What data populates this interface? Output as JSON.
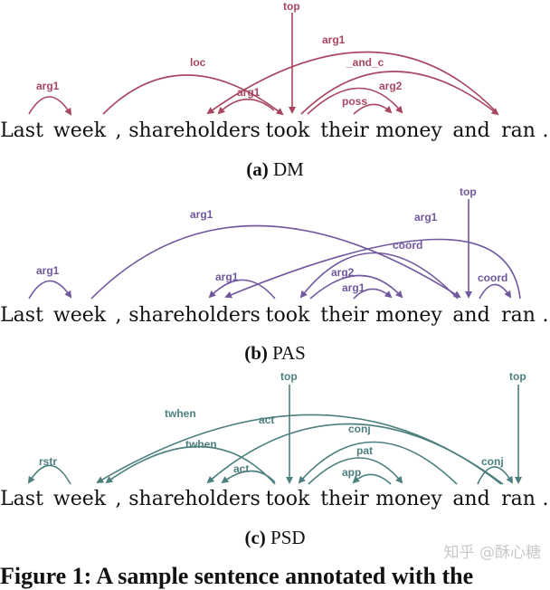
{
  "colors": {
    "dm": "#a8455f",
    "pas": "#71589e",
    "psd": "#4c7f7e"
  },
  "tokens": [
    "Last",
    "week",
    ",",
    "shareholders",
    "took",
    "their",
    "money",
    "and",
    "ran",
    "."
  ],
  "panels": [
    {
      "id": "dm",
      "caption_letter": "(a)",
      "caption_name": "DM",
      "labels": [
        "arg1",
        "loc",
        "arg1",
        "top",
        "arg1",
        "_and_c",
        "arg2",
        "poss"
      ]
    },
    {
      "id": "pas",
      "caption_letter": "(b)",
      "caption_name": "PAS",
      "labels": [
        "arg1",
        "arg1",
        "arg1",
        "arg2",
        "arg1",
        "coord",
        "arg1",
        "top",
        "coord"
      ]
    },
    {
      "id": "psd",
      "caption_letter": "(c)",
      "caption_name": "PSD",
      "labels": [
        "rstr",
        "twhen",
        "twhen",
        "act",
        "act",
        "top",
        "conj",
        "pat",
        "app",
        "conj",
        "top"
      ]
    }
  ],
  "watermark": "知乎 @酥心糖",
  "figure_line": "Figure 1: A sample sentence annotated with the"
}
